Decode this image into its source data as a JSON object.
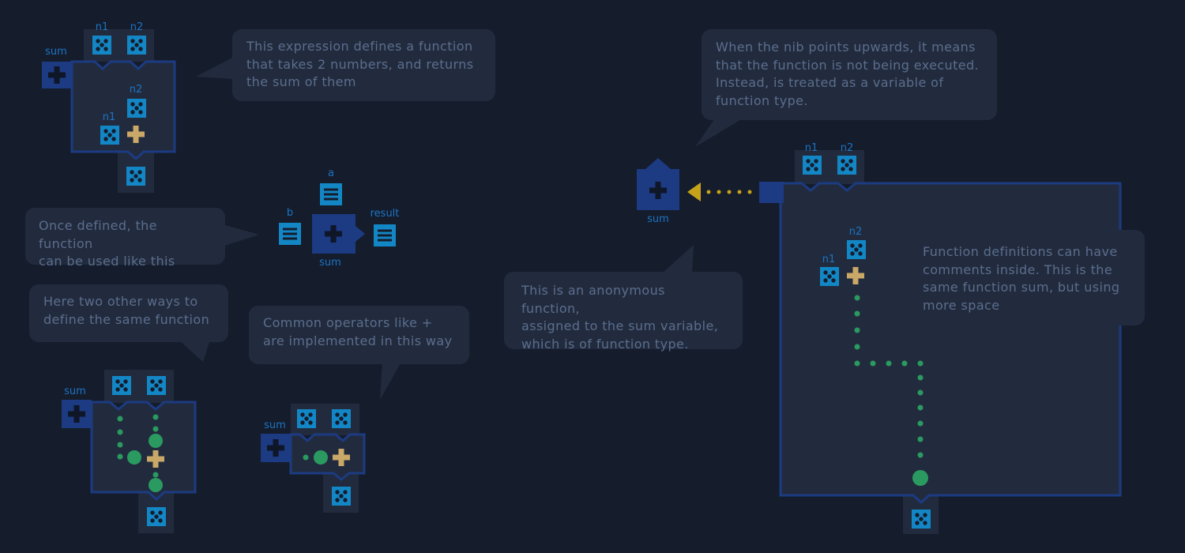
{
  "bubbles": {
    "expression": "This expression defines a function\nthat takes 2 numbers, and returns\nthe sum of them",
    "usage": "Once defined, the function\ncan be used like this",
    "two_ways": "Here two other ways to\ndefine the same function",
    "operators": "Common operators like +\nare implemented in this way",
    "nib": "When the nib points upwards, it means\nthat the function is not being executed.\nInstead, is treated as a variable of\nfunction type.",
    "anonymous": "This is an anonymous function,\nassigned to the sum variable,\nwhich is of function type.",
    "comments": "Function definitions can have\ncomments inside. This is the\nsame function sum, but using\nmore space"
  },
  "labels": {
    "sum": "sum",
    "n1": "n1",
    "n2": "n2",
    "a": "a",
    "b": "b",
    "result": "result"
  },
  "icons": {
    "number": "number-dice-icon",
    "list": "list-lines-icon",
    "plus": "plus-icon",
    "arrow": "arrow-left-icon"
  },
  "colors": {
    "background": "#151c2c",
    "panel": "#222b3d",
    "function_blue": "#1c3b82",
    "number_blue": "#1387c6",
    "plus_gold": "#c9a868",
    "flow_green": "#2a9a61",
    "pointer_gold": "#c6a21a"
  }
}
